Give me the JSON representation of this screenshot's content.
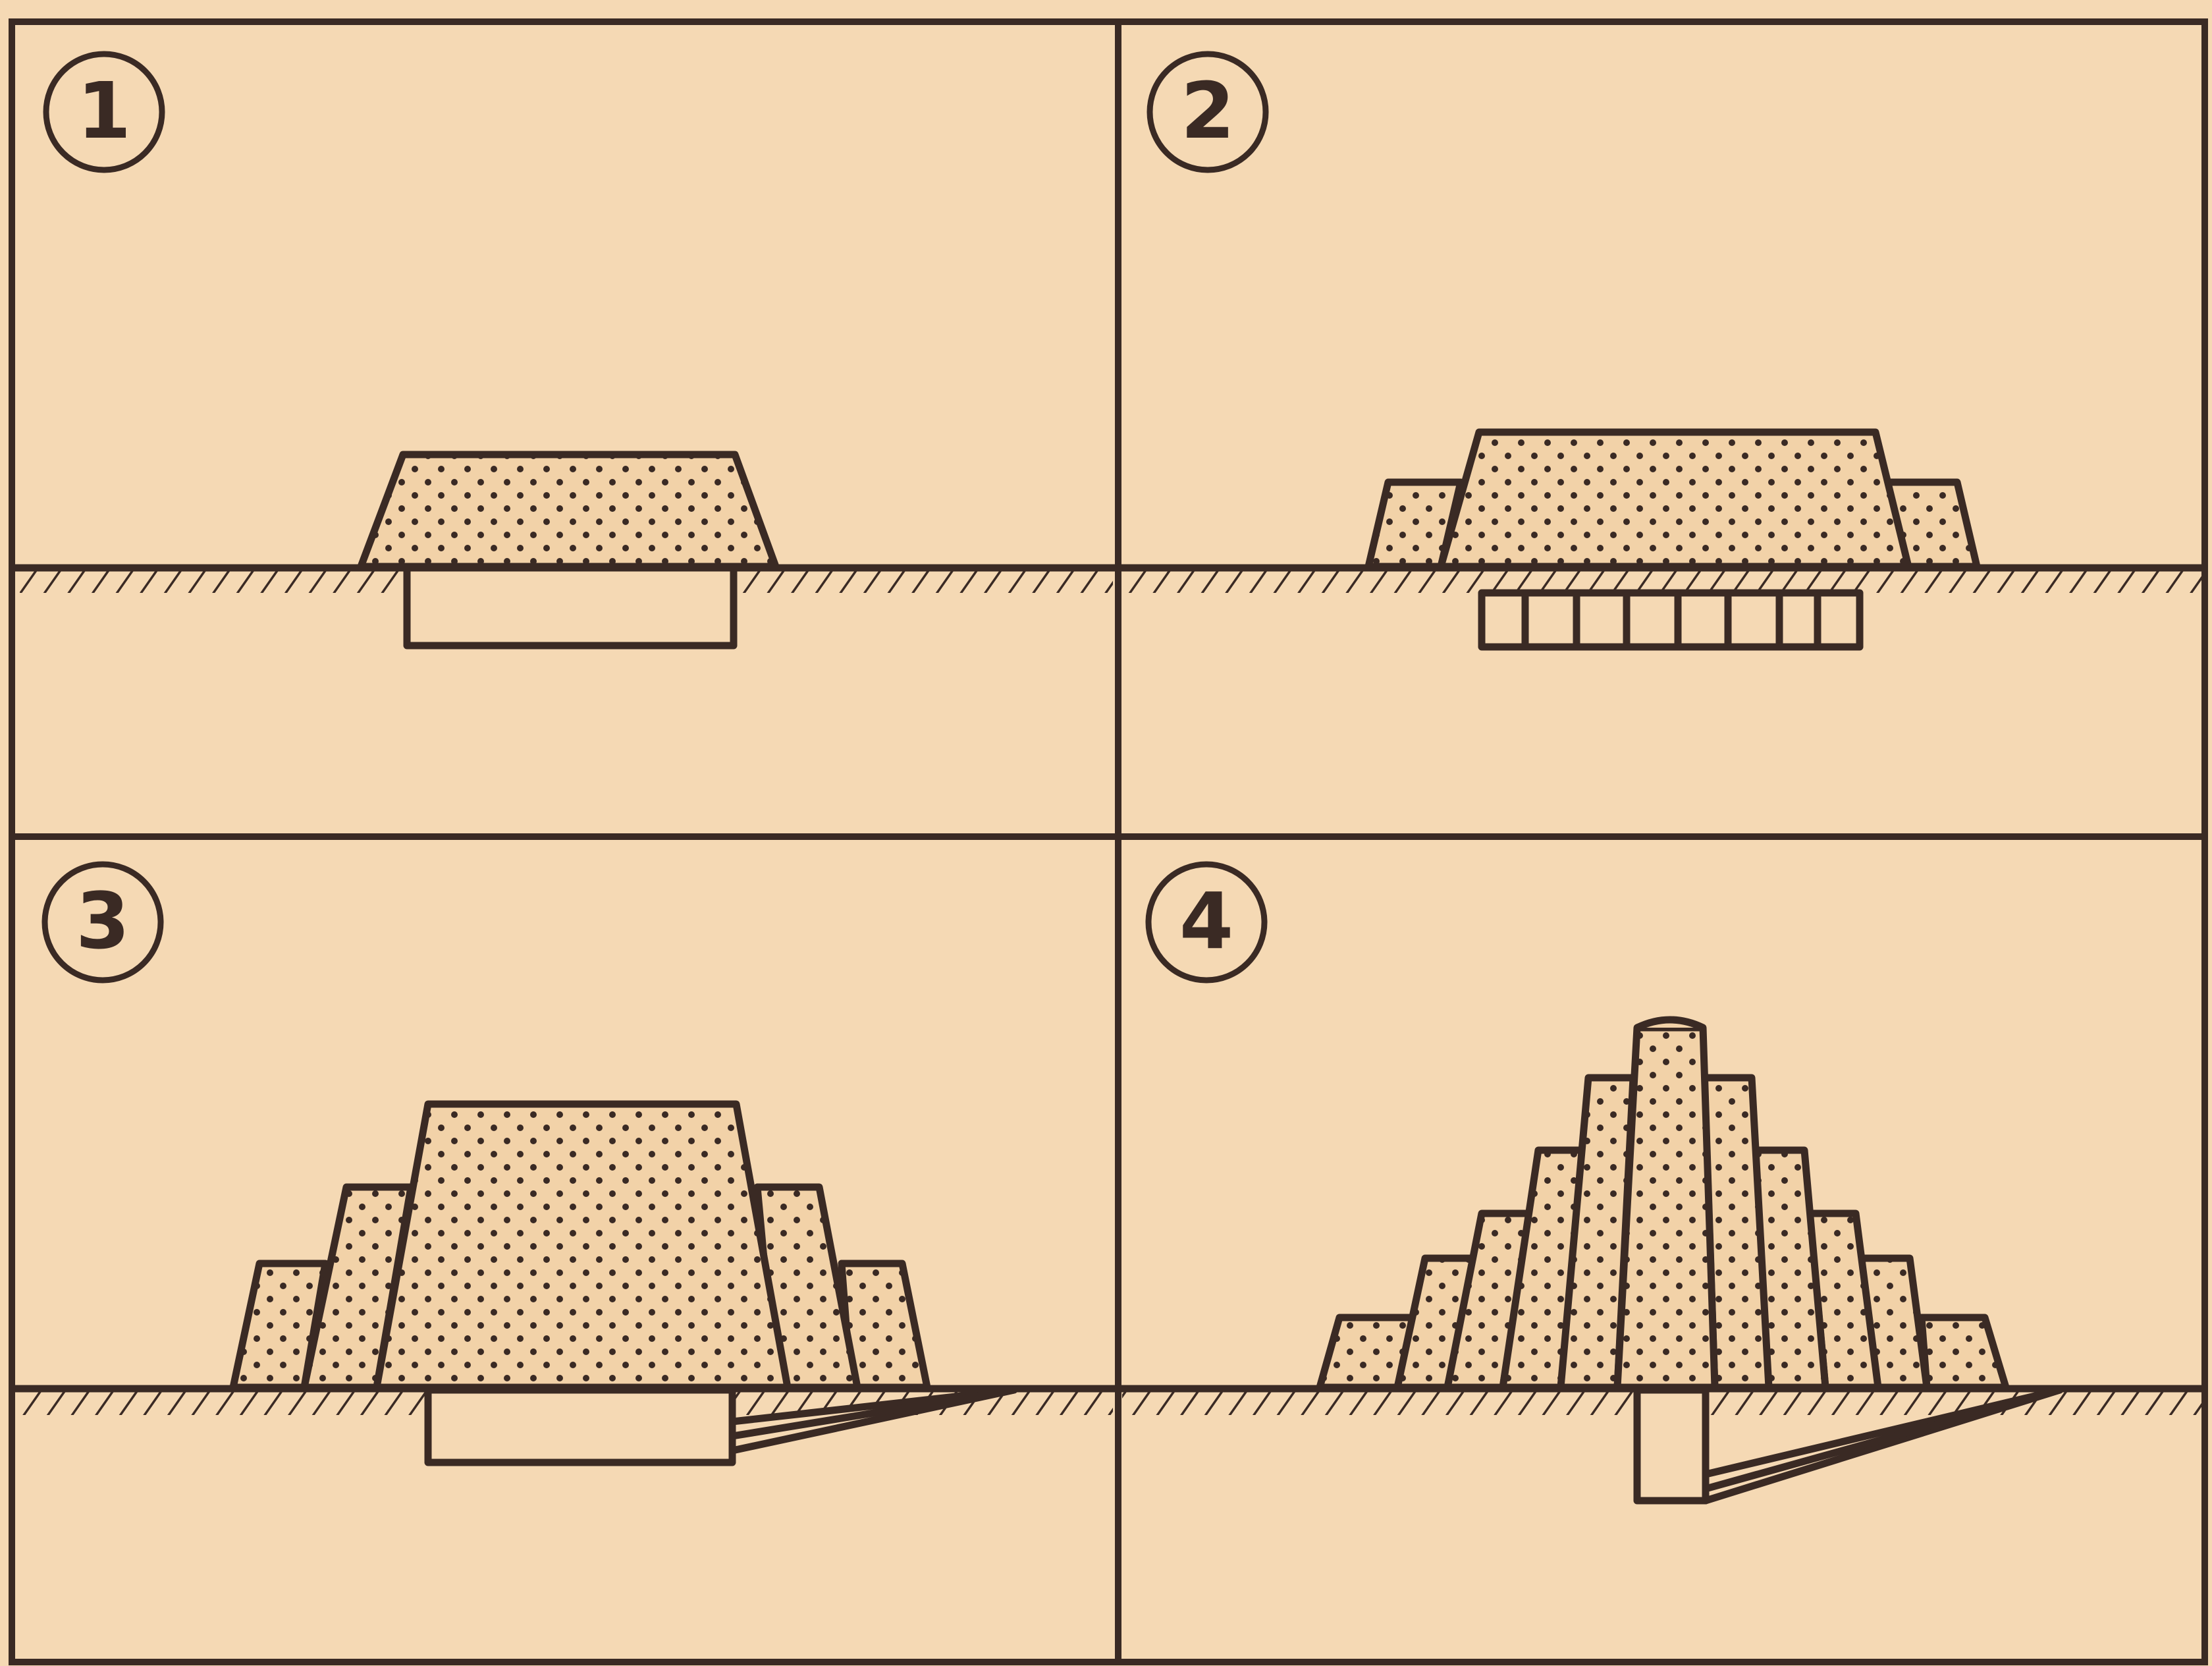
{
  "colors": {
    "paper": "#f5d9b4",
    "ink": "#3a2a24",
    "fill": "#f2d2a8"
  },
  "panels": [
    {
      "label": "1"
    },
    {
      "label": "2"
    },
    {
      "label": "3"
    },
    {
      "label": "4"
    }
  ]
}
